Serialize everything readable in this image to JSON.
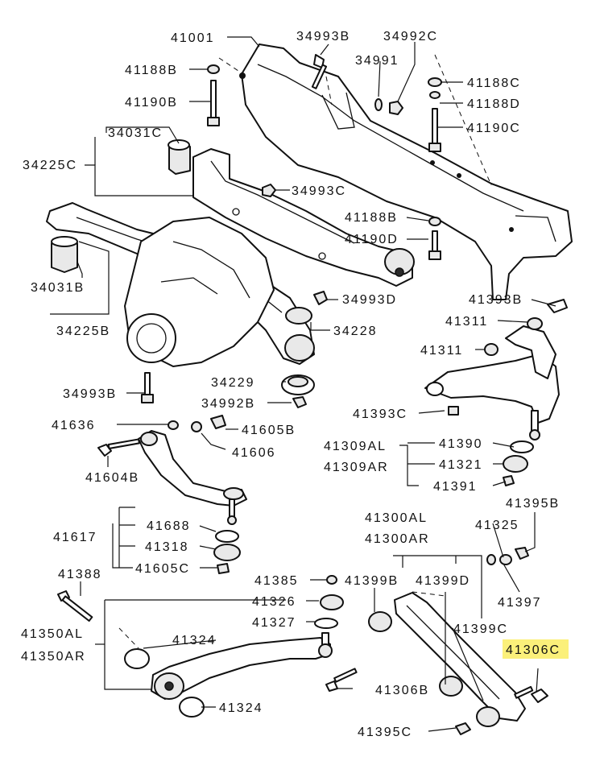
{
  "callouts": {
    "c41001": "41001",
    "c34993B": "34993B",
    "c34992C": "34992C",
    "c41188B_top": "41188B",
    "c34991": "34991",
    "c41188C": "41188C",
    "c41190B": "41190B",
    "c41188D": "41188D",
    "c34031C": "34031C",
    "c41190C": "41190C",
    "c34225C": "34225C",
    "c34993C": "34993C",
    "c41188B_mid": "41188B",
    "c41190D": "41190D",
    "c34031B": "34031B",
    "c34993D": "34993D",
    "c41393B": "41393B",
    "c34225B": "34225B",
    "c34228": "34228",
    "c41311_a": "41311",
    "c41311_b": "41311",
    "c34229": "34229",
    "c34993B_low": "34993B",
    "c34992B": "34992B",
    "c41393C": "41393C",
    "c41636": "41636",
    "c41605B": "41605B",
    "c41606": "41606",
    "c41309AL": "41309AL",
    "c41390": "41390",
    "c41309AR": "41309AR",
    "c41321": "41321",
    "c41604B": "41604B",
    "c41391": "41391",
    "c41395B": "41395B",
    "c41300AL": "41300AL",
    "c41325": "41325",
    "c41688": "41688",
    "c41617": "41617",
    "c41300AR": "41300AR",
    "c41318": "41318",
    "c41605C": "41605C",
    "c41388": "41388",
    "c41385": "41385",
    "c41399B": "41399B",
    "c41399D": "41399D",
    "c41397": "41397",
    "c41326": "41326",
    "c41327": "41327",
    "c41399C": "41399C",
    "c41350AL": "41350AL",
    "c41324_a": "41324",
    "c41306C": "41306C",
    "c41350AR": "41350AR",
    "c41306B": "41306B",
    "c41324_b": "41324",
    "c41395C": "41395C"
  },
  "highlight_color": "#fbf07a",
  "line_color": "#111111"
}
